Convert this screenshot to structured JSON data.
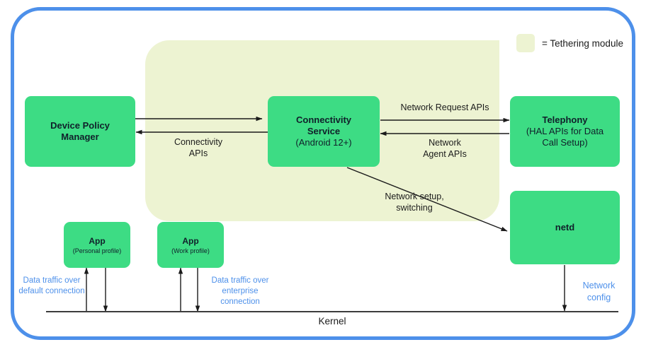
{
  "diagram": {
    "legend": {
      "label": "= Tethering module",
      "swatch_color": "#edf3d2"
    },
    "frame_color": "#4d90ea",
    "node_color": "#3ddc84",
    "nodes": [
      {
        "id": "device-policy-manager",
        "title": "Device Policy",
        "title2": "Manager",
        "sub": ""
      },
      {
        "id": "connectivity-service",
        "title": "Connectivity",
        "title2": "Service",
        "sub": "(Android 12+)"
      },
      {
        "id": "telephony",
        "title": "Telephony",
        "title2": "",
        "sub": "(HAL APIs for Data\nCall Setup)"
      },
      {
        "id": "netd",
        "title": "netd",
        "title2": "",
        "sub": ""
      },
      {
        "id": "app-personal",
        "title": "App",
        "title2": "",
        "sub": "(Personal profile)"
      },
      {
        "id": "app-work",
        "title": "App",
        "title2": "",
        "sub": "(Work profile)"
      }
    ],
    "edge_labels": {
      "connectivity_apis": "Connectivity\nAPIs",
      "network_request_apis": "Network Request APIs",
      "network_agent_apis": "Network\nAgent APIs",
      "network_setup_switching": "Network setup,\nswitching",
      "data_traffic_default": "Data traffic over\ndefault connection",
      "data_traffic_enterprise": "Data traffic over\nenterprise connection",
      "network_config": "Network\nconfig"
    },
    "kernel_label": "Kernel"
  }
}
